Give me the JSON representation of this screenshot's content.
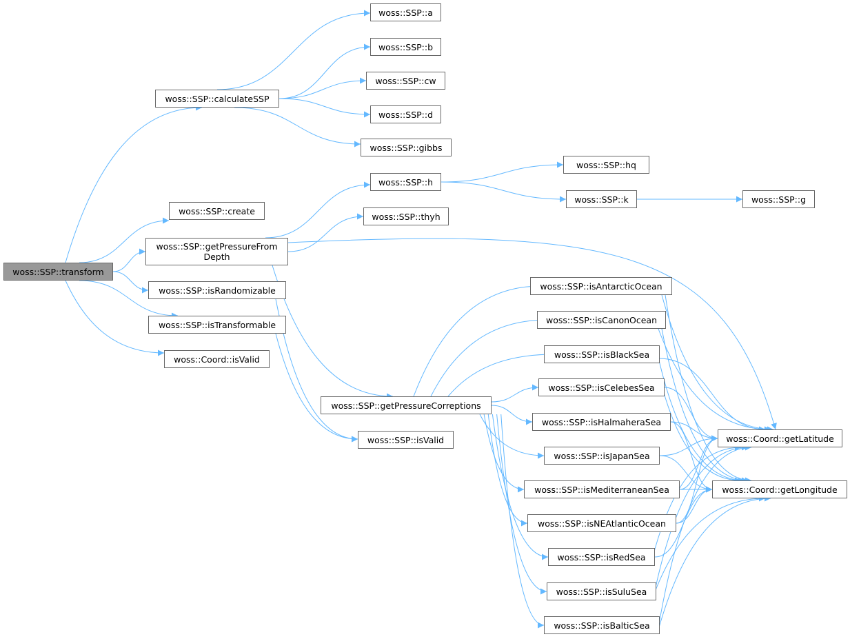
{
  "diagram": {
    "type": "call-graph",
    "root": "transform",
    "edge_color": "#63b8ff",
    "nodes": [
      {
        "id": "transform",
        "label": "woss::SSP::transform"
      },
      {
        "id": "calculateSSP",
        "label": "woss::SSP::calculateSSP"
      },
      {
        "id": "create",
        "label": "woss::SSP::create"
      },
      {
        "id": "getPressureFromDepth",
        "label": "woss::SSP::getPressureFrom\nDepth"
      },
      {
        "id": "isRandomizable",
        "label": "woss::SSP::isRandomizable"
      },
      {
        "id": "isTransformable",
        "label": "woss::SSP::isTransformable"
      },
      {
        "id": "coordIsValid",
        "label": "woss::Coord::isValid"
      },
      {
        "id": "a",
        "label": "woss::SSP::a"
      },
      {
        "id": "b",
        "label": "woss::SSP::b"
      },
      {
        "id": "cw",
        "label": "woss::SSP::cw"
      },
      {
        "id": "d",
        "label": "woss::SSP::d"
      },
      {
        "id": "gibbs",
        "label": "woss::SSP::gibbs"
      },
      {
        "id": "h",
        "label": "woss::SSP::h"
      },
      {
        "id": "thyh",
        "label": "woss::SSP::thyh"
      },
      {
        "id": "hq",
        "label": "woss::SSP::hq"
      },
      {
        "id": "k",
        "label": "woss::SSP::k"
      },
      {
        "id": "g",
        "label": "woss::SSP::g"
      },
      {
        "id": "getPressureCorreptions",
        "label": "woss::SSP::getPressureCorreptions"
      },
      {
        "id": "sspIsValid",
        "label": "woss::SSP::isValid"
      },
      {
        "id": "isAntarcticOcean",
        "label": "woss::SSP::isAntarcticOcean"
      },
      {
        "id": "isCanonOcean",
        "label": "woss::SSP::isCanonOcean"
      },
      {
        "id": "isBlackSea",
        "label": "woss::SSP::isBlackSea"
      },
      {
        "id": "isCelebesSea",
        "label": "woss::SSP::isCelebesSea"
      },
      {
        "id": "isHalmaheraSea",
        "label": "woss::SSP::isHalmaheraSea"
      },
      {
        "id": "isJapanSea",
        "label": "woss::SSP::isJapanSea"
      },
      {
        "id": "isMediterraneanSea",
        "label": "woss::SSP::isMediterraneanSea"
      },
      {
        "id": "isNEAtlanticOcean",
        "label": "woss::SSP::isNEAtlanticOcean"
      },
      {
        "id": "isRedSea",
        "label": "woss::SSP::isRedSea"
      },
      {
        "id": "isSuluSea",
        "label": "woss::SSP::isSuluSea"
      },
      {
        "id": "isBalticSea",
        "label": "woss::SSP::isBalticSea"
      },
      {
        "id": "getLatitude",
        "label": "woss::Coord::getLatitude"
      },
      {
        "id": "getLongitude",
        "label": "woss::Coord::getLongitude"
      }
    ],
    "edges": [
      [
        "transform",
        "calculateSSP"
      ],
      [
        "transform",
        "create"
      ],
      [
        "transform",
        "getPressureFromDepth"
      ],
      [
        "transform",
        "isRandomizable"
      ],
      [
        "transform",
        "isTransformable"
      ],
      [
        "transform",
        "coordIsValid"
      ],
      [
        "calculateSSP",
        "a"
      ],
      [
        "calculateSSP",
        "b"
      ],
      [
        "calculateSSP",
        "cw"
      ],
      [
        "calculateSSP",
        "d"
      ],
      [
        "calculateSSP",
        "gibbs"
      ],
      [
        "getPressureFromDepth",
        "h"
      ],
      [
        "getPressureFromDepth",
        "thyh"
      ],
      [
        "getPressureFromDepth",
        "getLatitude"
      ],
      [
        "getPressureFromDepth",
        "getPressureCorreptions"
      ],
      [
        "h",
        "hq"
      ],
      [
        "h",
        "k"
      ],
      [
        "k",
        "g"
      ],
      [
        "isRandomizable",
        "sspIsValid"
      ],
      [
        "isTransformable",
        "sspIsValid"
      ],
      [
        "getPressureCorreptions",
        "isAntarcticOcean"
      ],
      [
        "getPressureCorreptions",
        "isCanonOcean"
      ],
      [
        "getPressureCorreptions",
        "isBlackSea"
      ],
      [
        "getPressureCorreptions",
        "isCelebesSea"
      ],
      [
        "getPressureCorreptions",
        "isHalmaheraSea"
      ],
      [
        "getPressureCorreptions",
        "isJapanSea"
      ],
      [
        "getPressureCorreptions",
        "isMediterraneanSea"
      ],
      [
        "getPressureCorreptions",
        "isNEAtlanticOcean"
      ],
      [
        "getPressureCorreptions",
        "isRedSea"
      ],
      [
        "getPressureCorreptions",
        "isSuluSea"
      ],
      [
        "getPressureCorreptions",
        "isBalticSea"
      ],
      [
        "isAntarcticOcean",
        "getLatitude"
      ],
      [
        "isAntarcticOcean",
        "getLongitude"
      ],
      [
        "isCanonOcean",
        "getLatitude"
      ],
      [
        "isCanonOcean",
        "getLongitude"
      ],
      [
        "isBlackSea",
        "getLatitude"
      ],
      [
        "isBlackSea",
        "getLongitude"
      ],
      [
        "isCelebesSea",
        "getLatitude"
      ],
      [
        "isCelebesSea",
        "getLongitude"
      ],
      [
        "isHalmaheraSea",
        "getLatitude"
      ],
      [
        "isHalmaheraSea",
        "getLongitude"
      ],
      [
        "isJapanSea",
        "getLatitude"
      ],
      [
        "isJapanSea",
        "getLongitude"
      ],
      [
        "isMediterraneanSea",
        "getLatitude"
      ],
      [
        "isMediterraneanSea",
        "getLongitude"
      ],
      [
        "isNEAtlanticOcean",
        "getLatitude"
      ],
      [
        "isNEAtlanticOcean",
        "getLongitude"
      ],
      [
        "isRedSea",
        "getLatitude"
      ],
      [
        "isRedSea",
        "getLongitude"
      ],
      [
        "isSuluSea",
        "getLatitude"
      ],
      [
        "isSuluSea",
        "getLongitude"
      ],
      [
        "isBalticSea",
        "getLatitude"
      ],
      [
        "isBalticSea",
        "getLongitude"
      ]
    ]
  }
}
